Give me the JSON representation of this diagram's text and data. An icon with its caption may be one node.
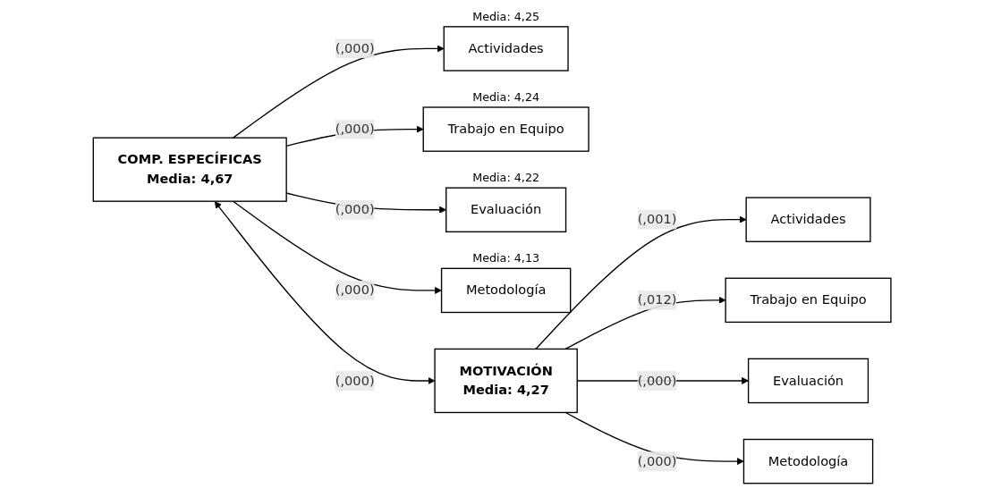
{
  "diagram": {
    "nodes": [
      {
        "text": [
          "COMP. ESPECÍFICAS",
          "Media: 4,67"
        ]
      },
      {
        "text": [
          "Actividades"
        ],
        "beside": [
          "Media: 4,25"
        ]
      },
      {
        "text": [
          "Trabajo en Equipo"
        ],
        "beside": [
          "Media: 4,24"
        ]
      },
      {
        "text": [
          "Evaluación"
        ],
        "beside": [
          "Media: 4,22"
        ]
      },
      {
        "text": [
          "Metodología"
        ],
        "beside": [
          "Media: 4,13"
        ]
      },
      {
        "text": [
          "MOTIVACIÓN",
          "Media: 4,27"
        ]
      },
      {
        "text": [
          "Actividades"
        ]
      },
      {
        "text": [
          "Trabajo en Equipo"
        ]
      },
      {
        "text": [
          "Evaluación"
        ]
      },
      {
        "text": [
          "Metodología"
        ]
      }
    ],
    "edges": [
      {
        "from": 0,
        "to": 1,
        "arrow": "to",
        "label": "(,000)"
      },
      {
        "from": 0,
        "to": 2,
        "arrow": "to",
        "label": "(,000)"
      },
      {
        "from": 0,
        "to": 3,
        "arrow": "to",
        "label": "(,000)"
      },
      {
        "from": 0,
        "to": 4,
        "arrow": "to",
        "label": "(,000)"
      },
      {
        "from": 0,
        "to": 5,
        "arrow": "both",
        "label": "(,000)"
      },
      {
        "from": 5,
        "to": 6,
        "arrow": "to",
        "label": "(,001)"
      },
      {
        "from": 5,
        "to": 7,
        "arrow": "to",
        "label": "(,012)"
      },
      {
        "from": 5,
        "to": 8,
        "arrow": "to",
        "label": "(,000)"
      },
      {
        "from": 5,
        "to": 9,
        "arrow": "to",
        "label": "(,000)"
      }
    ]
  }
}
